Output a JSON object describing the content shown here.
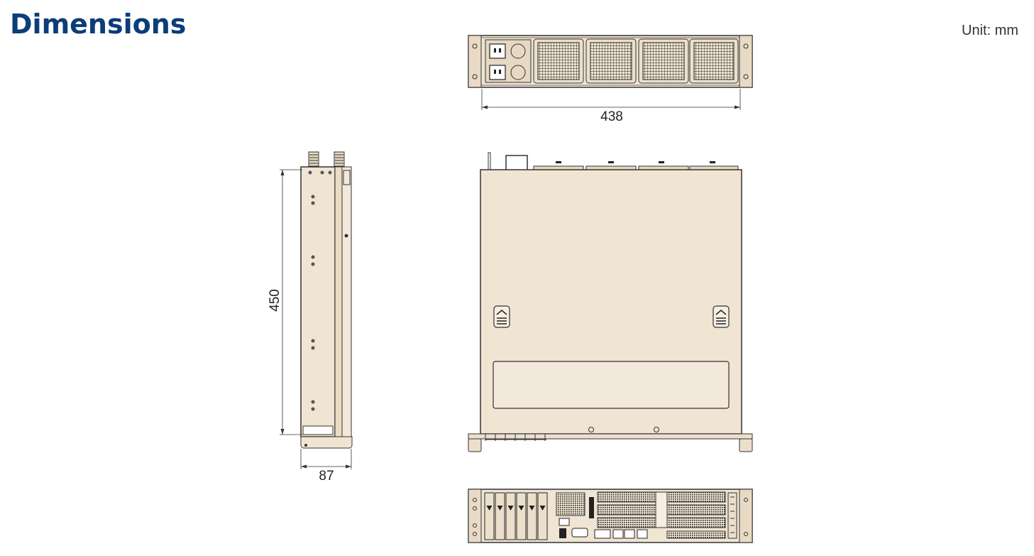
{
  "header": {
    "title": "Dimensions",
    "unit": "Unit: mm"
  },
  "dimensions": {
    "width": "438",
    "depth": "450",
    "height": "87"
  },
  "colors": {
    "title": "#0b3d78",
    "chassis_fill": "#f0e4d2",
    "outline": "#333333"
  }
}
